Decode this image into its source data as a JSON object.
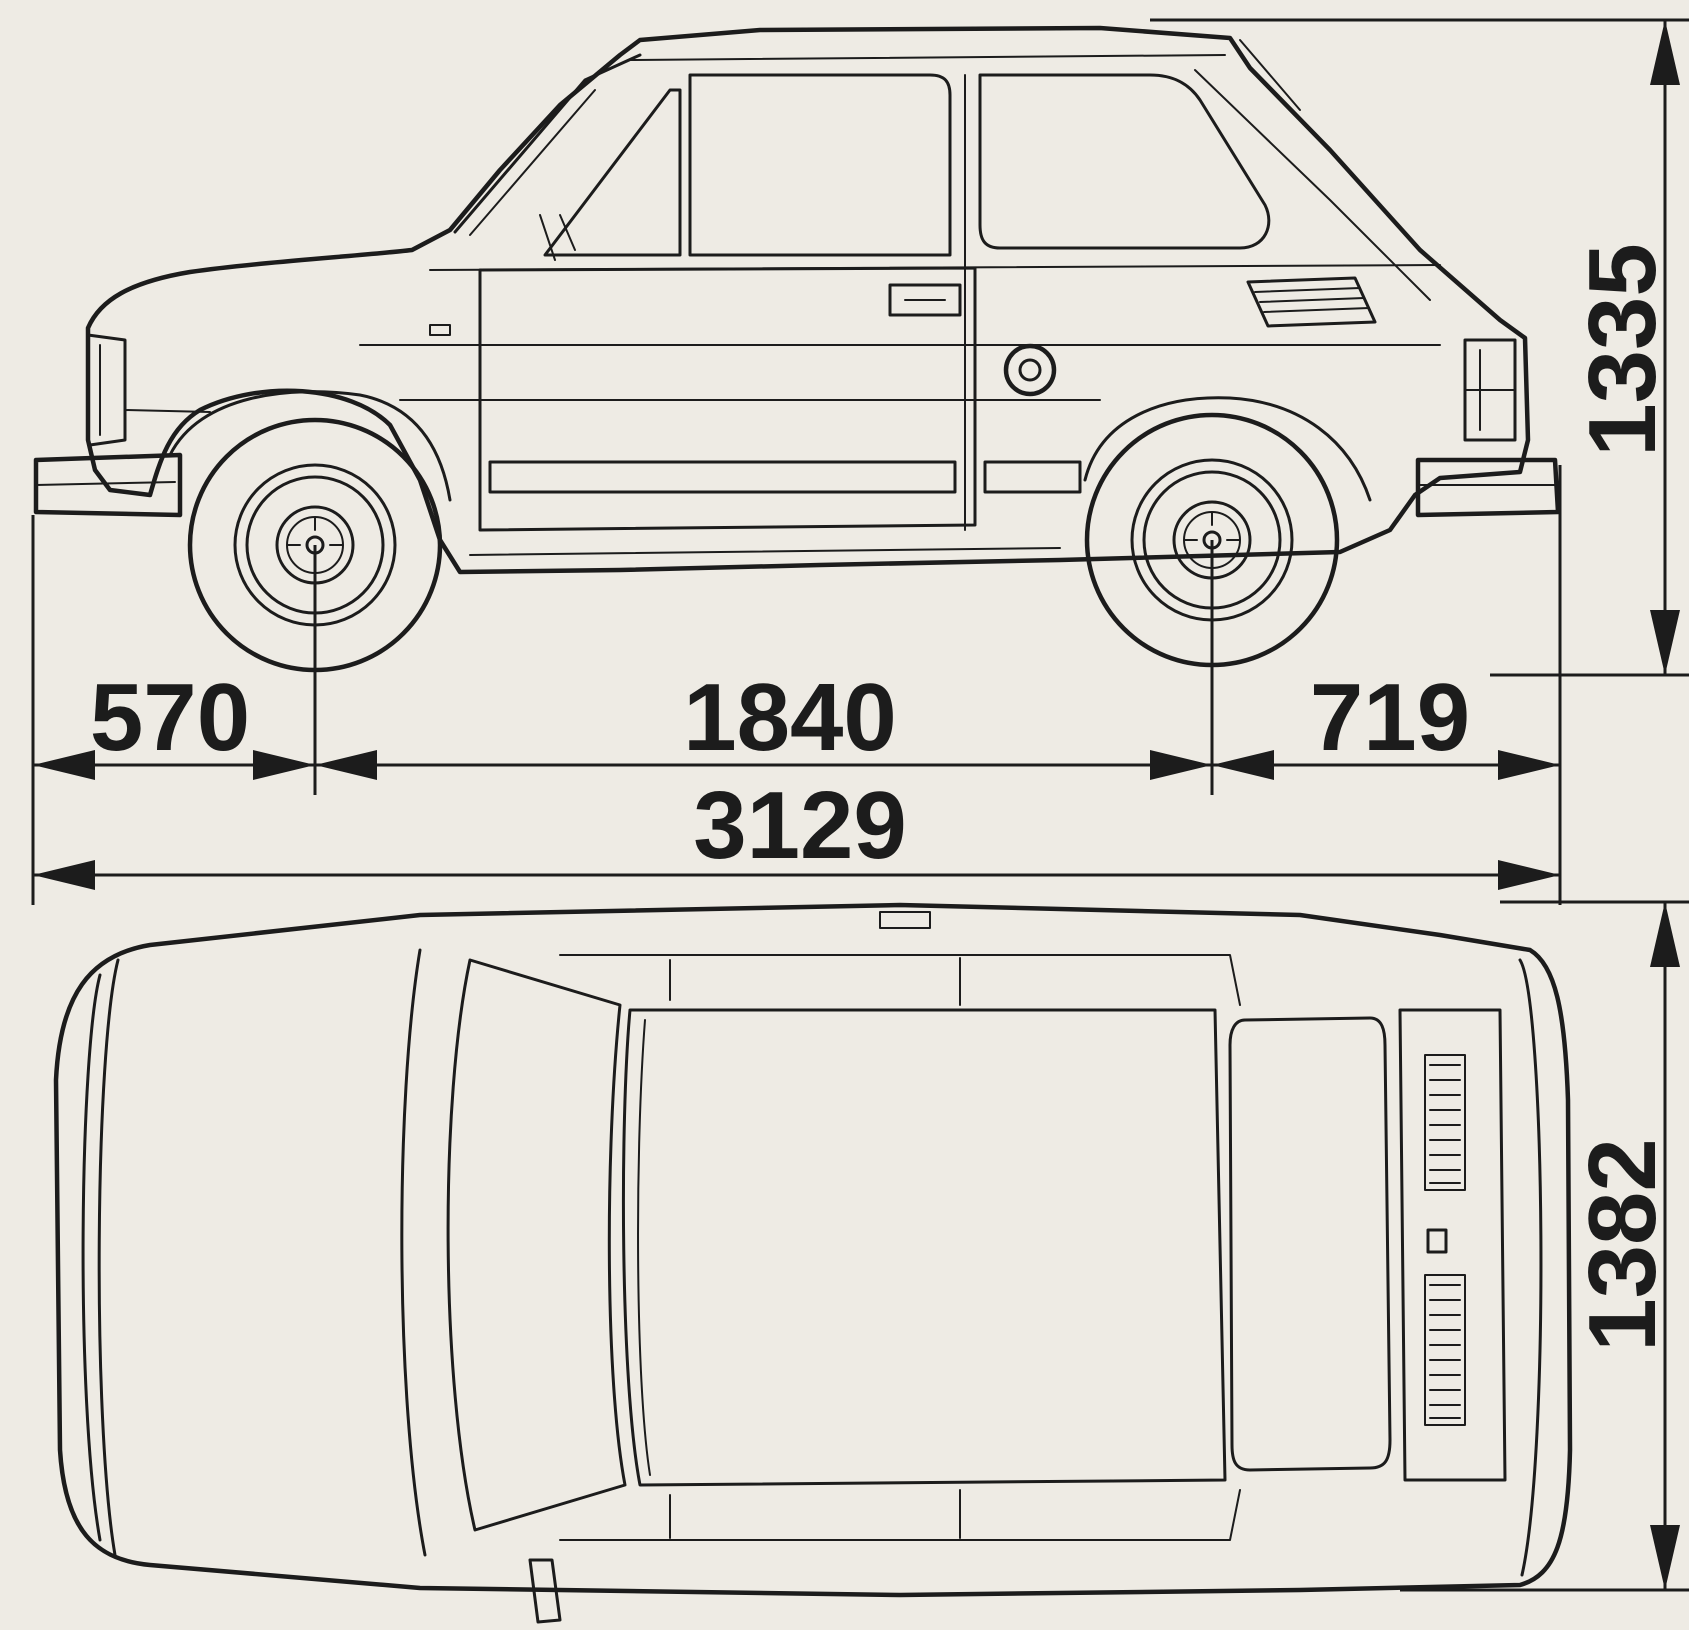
{
  "colors": {
    "paper": "#eeebe4",
    "ink": "#1c1c1c"
  },
  "dimensions": {
    "front_overhang": "570",
    "wheelbase": "1840",
    "rear_overhang": "719",
    "overall_length": "3129",
    "height": "1335",
    "width": "1382"
  }
}
